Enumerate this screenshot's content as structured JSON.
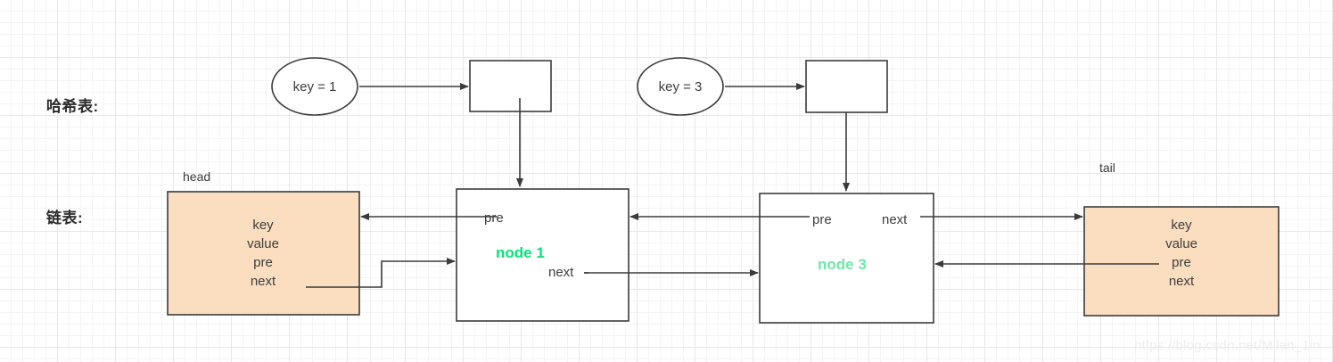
{
  "diagram": {
    "title_rows": {
      "hash_table": "哈希表:",
      "linked_list": "链表:"
    },
    "hash_entries": [
      {
        "key_label": "key = 1",
        "bucket_label": ""
      },
      {
        "key_label": "key = 3",
        "bucket_label": ""
      }
    ],
    "list_nodes": [
      {
        "caption": "head",
        "fields": "key\nvalue\npre\nnext",
        "field_list": [
          "key",
          "value",
          "pre",
          "next"
        ],
        "fill": "#FBDEC0"
      },
      {
        "name": "node 1",
        "pre_label": "pre",
        "next_label": "next",
        "color": "#00E676",
        "fill": "#ffffff"
      },
      {
        "name": "node 3",
        "pre_label": "pre",
        "next_label": "next",
        "color": "#6FE8A8",
        "fill": "#ffffff"
      },
      {
        "caption": "tail",
        "fields": "key\nvalue\npre\nnext",
        "field_list": [
          "key",
          "value",
          "pre",
          "next"
        ],
        "fill": "#FBDEC0"
      }
    ],
    "watermark": "https://blog.csdn.net/Milan_1in",
    "colors": {
      "stroke": "#3b3b3b",
      "orange_fill": "#FBDEC0",
      "white_fill": "#ffffff",
      "grid_major": "#e8e8e8",
      "grid_minor": "#f4f4f4"
    }
  }
}
